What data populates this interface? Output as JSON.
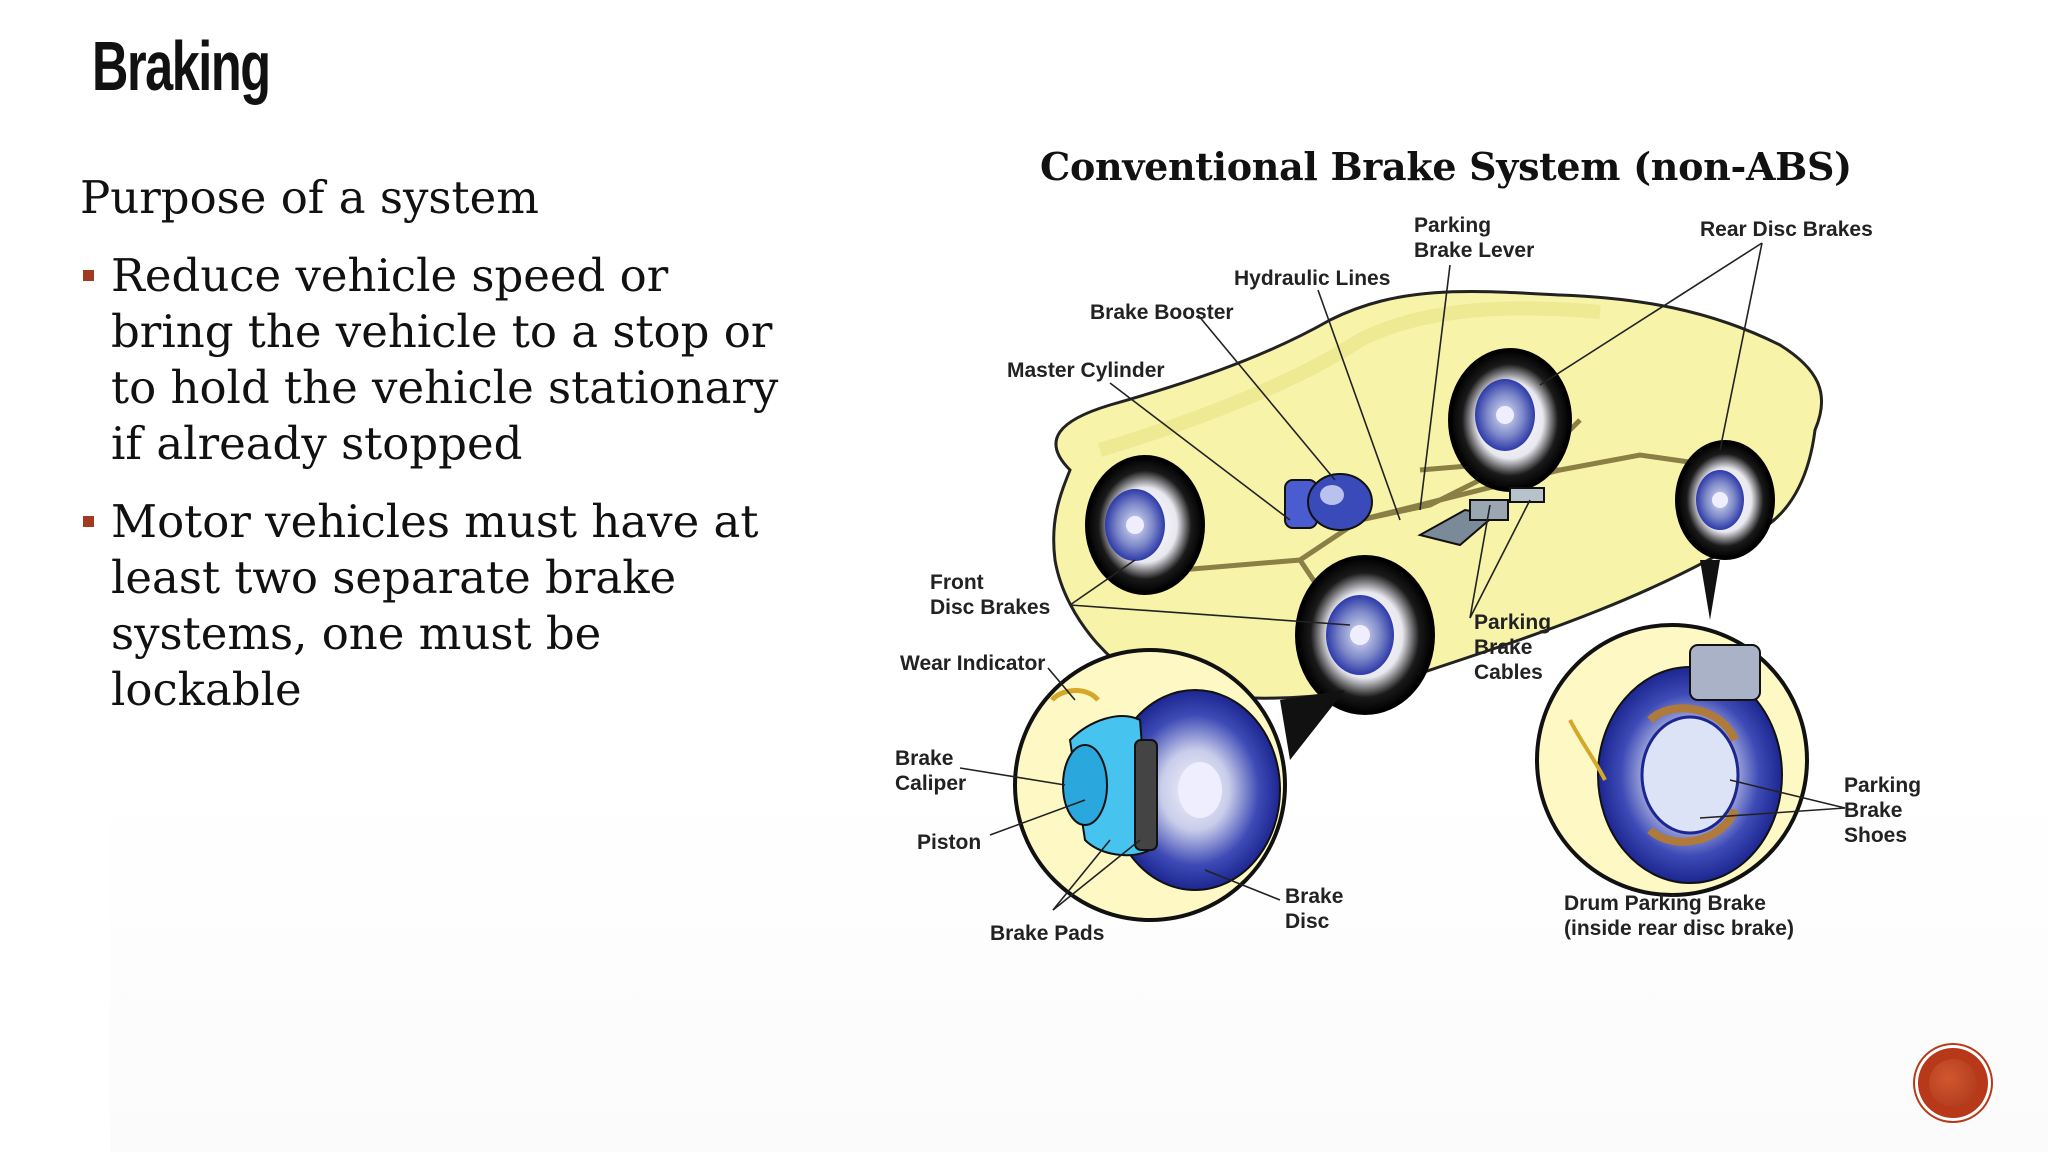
{
  "slide": {
    "title": "Braking",
    "lead": "Purpose of a system",
    "bullets": [
      "Reduce vehicle speed or bring the vehicle to a stop or to hold the vehicle stationary if already stopped",
      "Motor vehicles must have at least two separate brake systems, one must be lockable"
    ]
  },
  "diagram": {
    "title": "Conventional Brake System (non-ABS)",
    "labels": {
      "parking_brake_lever": "Parking\nBrake Lever",
      "rear_disc_brakes": "Rear Disc Brakes",
      "hydraulic_lines": "Hydraulic Lines",
      "brake_booster": "Brake Booster",
      "master_cylinder": "Master Cylinder",
      "front_disc_brakes": "Front\nDisc Brakes",
      "parking_brake_cables": "Parking\nBrake\nCables",
      "wear_indicator": "Wear Indicator",
      "brake_caliper": "Brake\nCaliper",
      "piston": "Piston",
      "brake_pads": "Brake Pads",
      "brake_disc": "Brake\nDisc",
      "parking_brake_shoes": "Parking\nBrake\nShoes",
      "drum_parking_brake": "Drum Parking Brake\n(inside rear disc brake)"
    }
  },
  "colors": {
    "accent": "#a13a20",
    "nav_button": "#b8381a",
    "car_body": "#f7f3a8",
    "disc_blue": "#2d3aa8"
  },
  "nav": {
    "icon": "next-slide-icon"
  }
}
